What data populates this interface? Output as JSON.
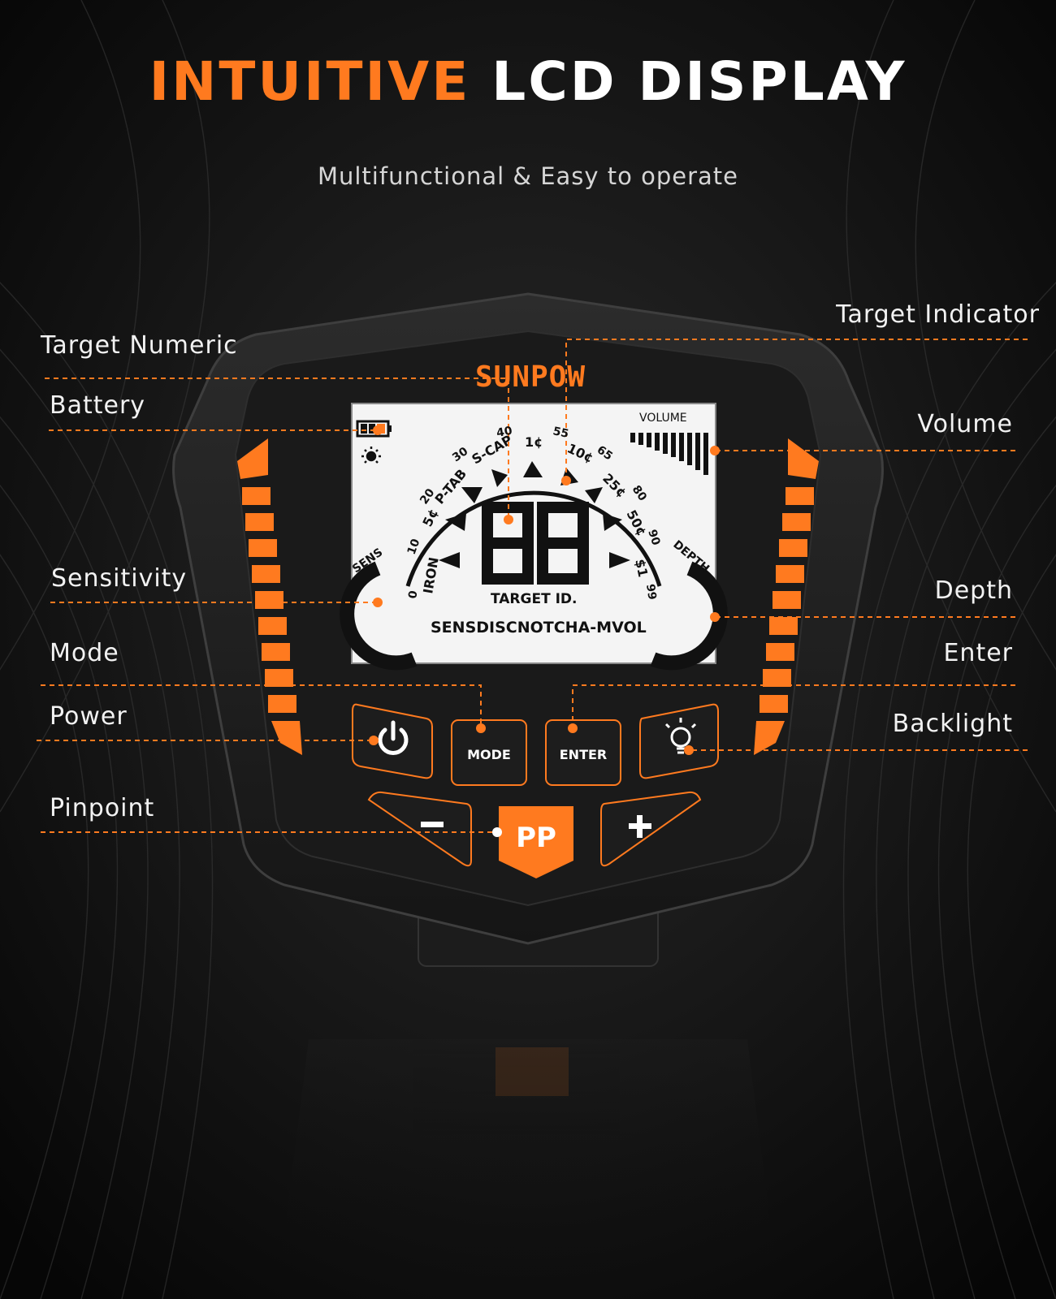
{
  "header": {
    "title_accent": "INTUITIVE",
    "title_rest": "LCD DISPLAY",
    "subtitle": "Multifunctional & Easy to operate"
  },
  "brand": {
    "logo": "SUNPOW"
  },
  "labels": {
    "target_numeric": "Target Numeric",
    "battery": "Battery",
    "sensitivity": "Sensitivity",
    "mode": "Mode",
    "power": "Power",
    "pinpoint": "Pinpoint",
    "target_indicator": "Target Indicator",
    "volume": "Volume",
    "depth": "Depth",
    "enter": "Enter",
    "backlight": "Backlight"
  },
  "lcd": {
    "volume_label": "VOLUME",
    "digits": "88",
    "target_id": "TARGET ID.",
    "status_line": "SENSDISCNOTCHA-MVOL",
    "sens_label": "SENS",
    "depth_label": "DEPTH",
    "scale": [
      "0",
      "10",
      "20",
      "30",
      "40",
      "55",
      "65",
      "80",
      "90",
      "99"
    ],
    "categories": [
      "IRON",
      "5¢",
      "P-TAB",
      "S-CAP",
      "1¢",
      "10¢",
      "25¢",
      "50¢",
      "$1"
    ]
  },
  "buttons": {
    "mode": "MODE",
    "enter": "ENTER",
    "pinpoint": "PP",
    "minus": "−",
    "plus": "+"
  },
  "icons": {
    "power": "power-icon",
    "backlight": "lightbulb-icon",
    "battery": "battery-icon",
    "sun": "sun-icon"
  },
  "colors": {
    "accent": "#ff7a1f",
    "background": "#0b0b0b",
    "lcd": "#f4f4f4"
  }
}
